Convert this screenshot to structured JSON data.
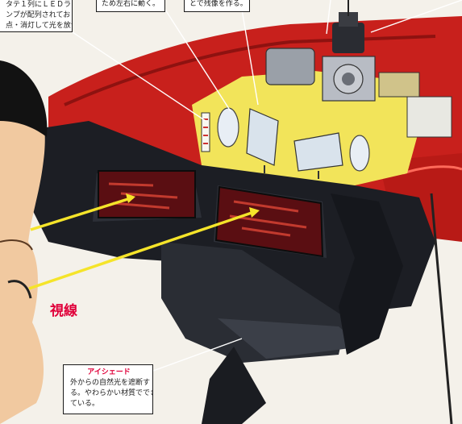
{
  "callouts": {
    "led_array": {
      "lines": [
        "タテ１列にＬＥＤラ",
        "ンプが配列されており",
        "点・消灯して光を放つ。"
      ]
    },
    "mirror_motion": {
      "lines": [
        "ため左右に動く。"
      ]
    },
    "afterimage": {
      "lines": [
        "とで残像を作る。"
      ]
    },
    "eye_shade": {
      "title": "アイシェード",
      "lines": [
        "外からの自然光を遮断す",
        "る。やわらかい材質ででき",
        "ている。"
      ]
    }
  },
  "gaze_label": "視線",
  "colors": {
    "housing_red": "#c8201c",
    "cutaway_yellow": "#f2e45a",
    "display_lens": "#5a0e12",
    "sight_line": "#f5e42a",
    "label_red": "#e0003a",
    "body_black": "#1c1e24"
  },
  "icons": [
    "led-array-icon",
    "lens-icon",
    "mirror-icon",
    "motor-icon",
    "eyepiece-icon",
    "eye-shade-icon",
    "viewer-face-icon"
  ]
}
